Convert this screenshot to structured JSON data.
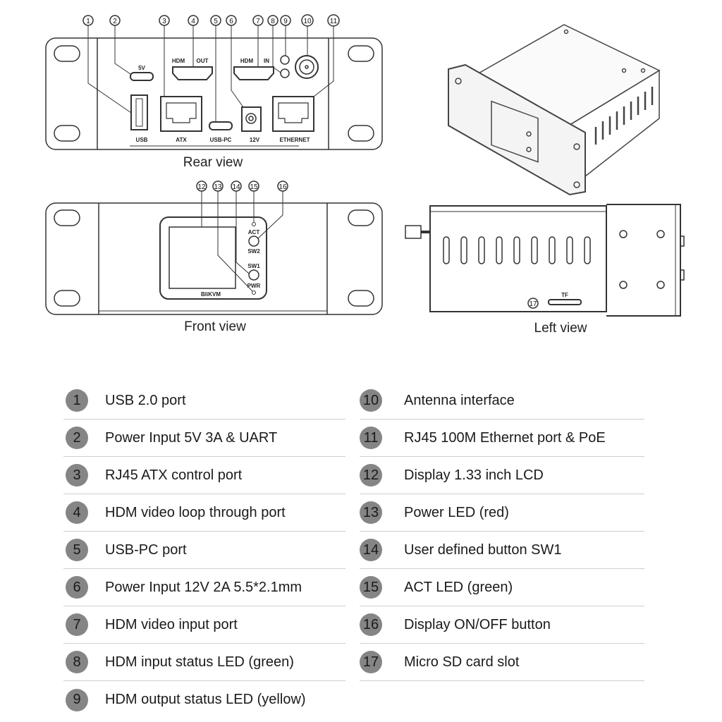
{
  "views": {
    "rear": "Rear view",
    "front": "Front view",
    "left": "Left view"
  },
  "rear_labels": {
    "v5": "5V",
    "hdmi_out_a": "HDM",
    "hdmi_out_b": "OUT",
    "hdmi_in_a": "HDM",
    "hdmi_in_b": "IN",
    "usb": "USB",
    "atx": "ATX",
    "usb_pc": "USB-PC",
    "v12": "12V",
    "ethernet": "ETHERNET"
  },
  "front_labels": {
    "act": "ACT",
    "sw2": "SW2",
    "sw1": "SW1",
    "pwr": "PWR",
    "brand": "BliKVM"
  },
  "left_labels": {
    "tf": "TF"
  },
  "callouts": [
    "1",
    "2",
    "3",
    "4",
    "5",
    "6",
    "7",
    "8",
    "9",
    "10",
    "11",
    "12",
    "13",
    "14",
    "15",
    "16",
    "17"
  ],
  "legend": [
    {
      "num": "1",
      "text": "USB 2.0 port"
    },
    {
      "num": "2",
      "text": "Power Input 5V 3A & UART"
    },
    {
      "num": "3",
      "text": "RJ45 ATX control port"
    },
    {
      "num": "4",
      "text": "HDM  video loop through port"
    },
    {
      "num": "5",
      "text": "USB-PC port"
    },
    {
      "num": "6",
      "text": "Power Input 12V 2A 5.5*2.1mm"
    },
    {
      "num": "7",
      "text": "HDM  video input port"
    },
    {
      "num": "8",
      "text": "HDM  input status LED (green)"
    },
    {
      "num": "9",
      "text": "HDM  output status LED (yellow)"
    },
    {
      "num": "10",
      "text": "Antenna interface"
    },
    {
      "num": "11",
      "text": "RJ45 100M Ethernet port & PoE"
    },
    {
      "num": "12",
      "text": "Display 1.33 inch LCD"
    },
    {
      "num": "13",
      "text": "Power LED (red)"
    },
    {
      "num": "14",
      "text": "User defined button SW1"
    },
    {
      "num": "15",
      "text": "ACT LED (green)"
    },
    {
      "num": "16",
      "text": "Display ON/OFF button"
    },
    {
      "num": "17",
      "text": "Micro SD card slot"
    }
  ]
}
